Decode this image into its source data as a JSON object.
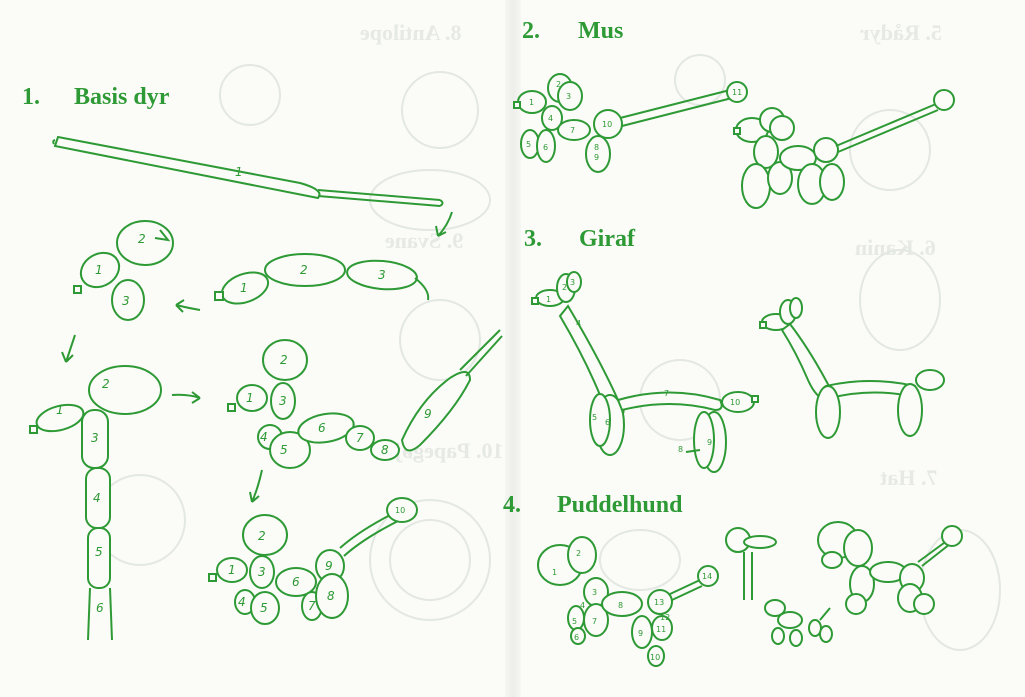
{
  "colors": {
    "ink": "#2e9a35",
    "paper": "#fbfbf8",
    "ghost": "#e6e9e4"
  },
  "sections": [
    {
      "number": "1.",
      "title": "Basis dyr"
    },
    {
      "number": "2.",
      "title": "Mus"
    },
    {
      "number": "3.",
      "title": "Giraf"
    },
    {
      "number": "4.",
      "title": "Puddelhund"
    }
  ],
  "bleed_through": [
    "8. Antilope",
    "5. Rådyr",
    "6. Kanin",
    "9. Svane",
    "10. Papegøje",
    "7. Hat"
  ],
  "figure_labels": {
    "basis_step1": [
      "1"
    ],
    "basis_step2": [
      "1",
      "2",
      "3"
    ],
    "basis_step3": [
      "1",
      "2",
      "3"
    ],
    "basis_step4": [
      "1",
      "2",
      "3",
      "4",
      "5",
      "6"
    ],
    "basis_step5": [
      "1",
      "2",
      "3",
      "4",
      "5",
      "6",
      "7",
      "8",
      "9"
    ],
    "basis_step6": [
      "1",
      "2",
      "3",
      "4",
      "5",
      "6",
      "7",
      "8",
      "9",
      "10"
    ],
    "mus": [
      "1",
      "2",
      "3",
      "4",
      "5",
      "6",
      "7",
      "8",
      "9",
      "10",
      "11"
    ],
    "giraf": [
      "1",
      "2",
      "3",
      "4",
      "5",
      "6",
      "7",
      "8",
      "9",
      "10"
    ],
    "puddelhund": [
      "1",
      "2",
      "3",
      "4",
      "5",
      "6",
      "7",
      "8",
      "9",
      "10",
      "11",
      "12",
      "13",
      "14"
    ]
  }
}
